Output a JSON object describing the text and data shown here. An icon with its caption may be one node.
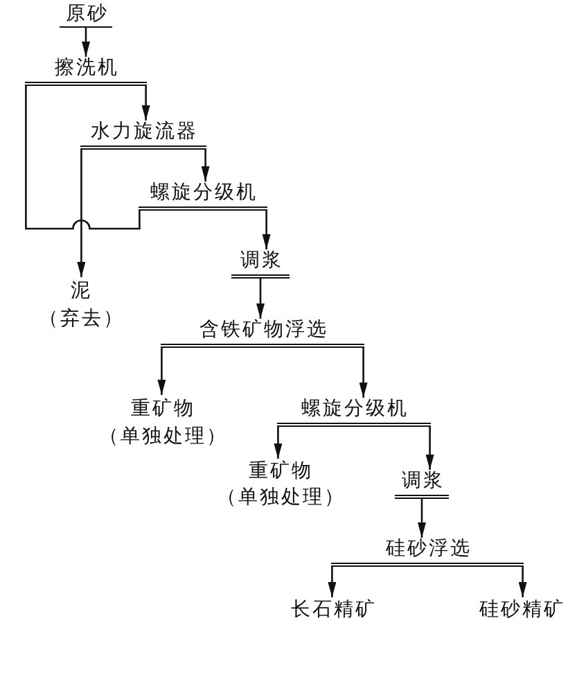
{
  "diagram": {
    "nodes": [
      {
        "text": [
          "原砂"
        ]
      },
      {
        "text": [
          "擦洗机"
        ]
      },
      {
        "text": [
          "水力旋流器"
        ]
      },
      {
        "text": [
          "螺旋分级机"
        ]
      },
      {
        "text": [
          "调浆"
        ]
      },
      {
        "text": [
          "泥",
          "（弃去）"
        ]
      },
      {
        "text": [
          "含铁矿物浮选"
        ]
      },
      {
        "text": [
          "重矿物",
          "（单独处理）"
        ]
      },
      {
        "text": [
          "螺旋分级机"
        ]
      },
      {
        "text": [
          "重矿物",
          "（单独处理）"
        ]
      },
      {
        "text": [
          "调浆"
        ]
      },
      {
        "text": [
          "硅砂浮选"
        ]
      },
      {
        "text": [
          "长石精矿"
        ]
      },
      {
        "text": [
          "硅砂精矿"
        ]
      }
    ],
    "edges": [
      {
        "from": 0,
        "to": 1,
        "arrow": "to"
      },
      {
        "from": 1,
        "to": 2,
        "arrow": "to"
      },
      {
        "from": 2,
        "to": 5,
        "arrow": "to"
      },
      {
        "from": 2,
        "to": 3,
        "arrow": "to"
      },
      {
        "from": 3,
        "to": 1,
        "arrow": "none"
      },
      {
        "from": 3,
        "to": 4,
        "arrow": "to"
      },
      {
        "from": 4,
        "to": 6,
        "arrow": "to"
      },
      {
        "from": 6,
        "to": 7,
        "arrow": "to"
      },
      {
        "from": 6,
        "to": 8,
        "arrow": "to"
      },
      {
        "from": 8,
        "to": 9,
        "arrow": "to"
      },
      {
        "from": 8,
        "to": 10,
        "arrow": "to"
      },
      {
        "from": 10,
        "to": 11,
        "arrow": "to"
      },
      {
        "from": 11,
        "to": 12,
        "arrow": "to"
      },
      {
        "from": 11,
        "to": 13,
        "arrow": "to"
      }
    ]
  }
}
